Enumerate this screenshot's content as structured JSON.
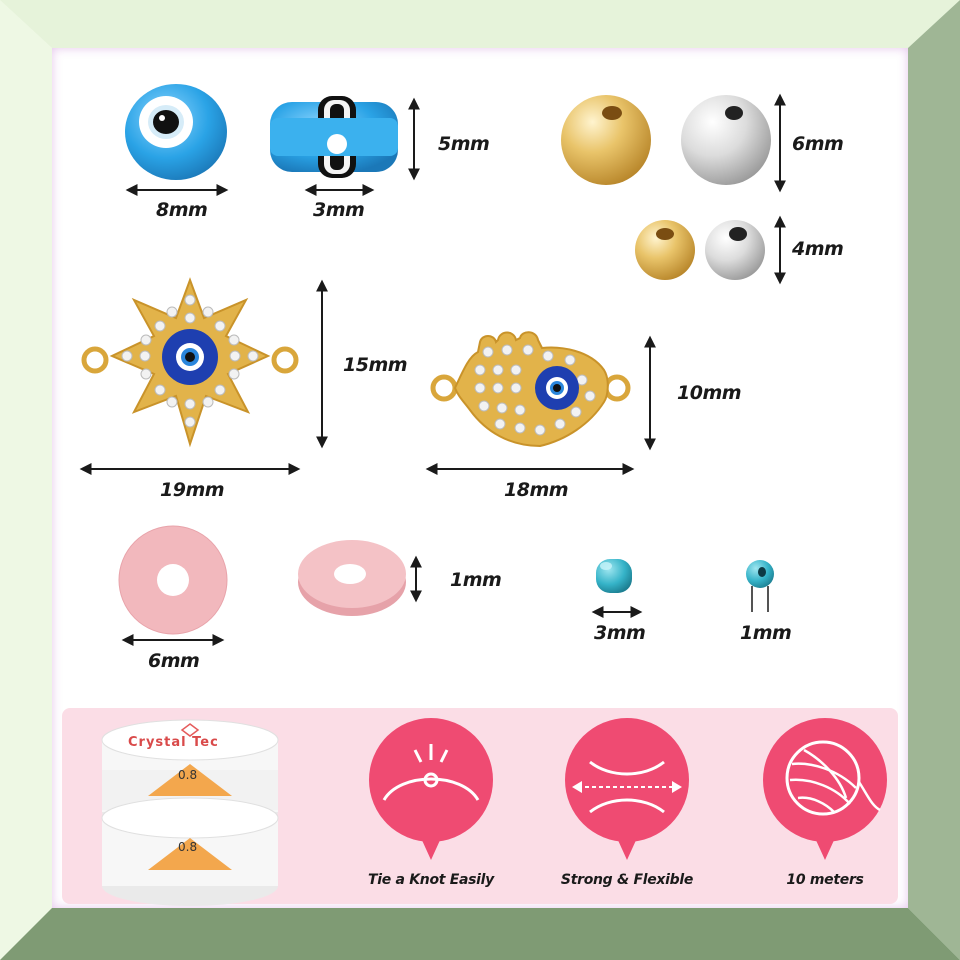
{
  "dimensions": {
    "eye_bead_diameter": "8mm",
    "eye_bead_hole": "3mm",
    "eye_bead_thickness": "5mm",
    "metal_bead_large": "6mm",
    "metal_bead_small": "4mm",
    "star_charm_height": "15mm",
    "star_charm_width": "19mm",
    "hamsa_charm_height": "10mm",
    "hamsa_charm_width": "18mm",
    "clay_disc_diameter": "6mm",
    "clay_disc_thickness": "1mm",
    "seed_bead_diameter": "3mm",
    "seed_bead_hole": "1mm"
  },
  "spool": {
    "brand": "Crystal Tec",
    "size_top": "0.8",
    "size_bottom": "0.8"
  },
  "features": [
    {
      "label": "Tie a Knot Easily",
      "icon": "knot-icon"
    },
    {
      "label": "Strong & Flexible",
      "icon": "stretch-icon"
    },
    {
      "label": "10 meters",
      "icon": "yarn-ball-icon"
    }
  ],
  "colors": {
    "frame": "#7f9b74",
    "accent_pink": "#ef4b72",
    "panel_pink": "#fbdde6",
    "eye_blue": "#2aa3e6",
    "gold": "#e2b34a",
    "silver": "#d9d9d9",
    "clay_pink": "#f2b8bd",
    "seed_turquoise": "#35b3c8"
  }
}
